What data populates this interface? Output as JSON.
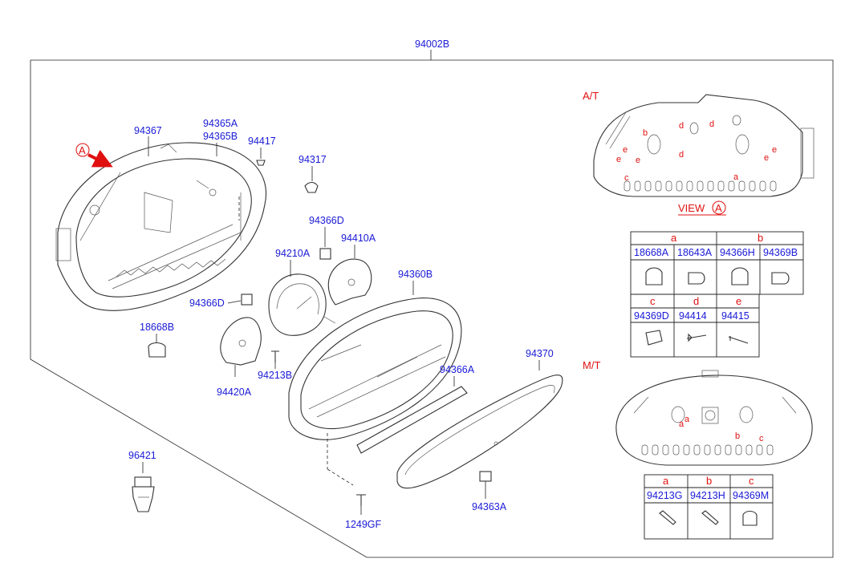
{
  "assembly_label": "94002B",
  "view_ref_letter": "A",
  "parts": {
    "p94367": "94367",
    "p94365A": "94365A",
    "p94365B": "94365B",
    "p94417": "94417",
    "p94317": "94317",
    "p94366D_top": "94366D",
    "p94410A": "94410A",
    "p94210A": "94210A",
    "p94360B": "94360B",
    "p94366D_left": "94366D",
    "p18668B": "18668B",
    "p94213B": "94213B",
    "p94420A": "94420A",
    "p94366A": "94366A",
    "p94370": "94370",
    "p96421": "96421",
    "p1249GF": "1249GF",
    "p94363A": "94363A"
  },
  "at_panel": {
    "title": "A/T",
    "view_label": "VIEW",
    "view_letter": "A",
    "markers": [
      "b",
      "d",
      "d",
      "e",
      "e",
      "e",
      "d",
      "e",
      "e",
      "c",
      "a"
    ]
  },
  "at_table": {
    "headers": [
      "a",
      "b",
      "c",
      "d",
      "e"
    ],
    "row1_parts": [
      "18668A",
      "18643A",
      "94366H",
      "94369B"
    ],
    "row2_parts": [
      "94369D",
      "94414",
      "94415"
    ]
  },
  "mt_panel": {
    "title": "M/T",
    "markers": [
      "a",
      "a",
      "b",
      "c"
    ]
  },
  "mt_table": {
    "headers": [
      "a",
      "b",
      "c"
    ],
    "parts": [
      "94213G",
      "94213H",
      "94369M"
    ]
  }
}
